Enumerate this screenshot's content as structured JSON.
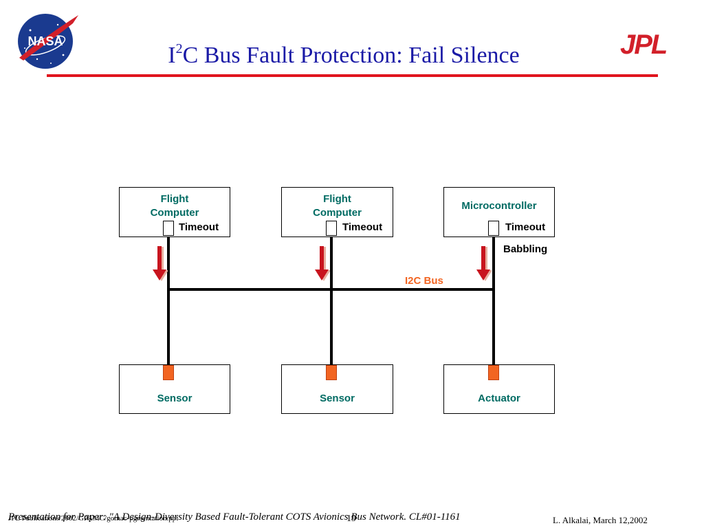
{
  "slide": {
    "title_prefix": "I",
    "title_sup": "2",
    "title_rest": "C Bus Fault Protection: Fail Silence",
    "logos": {
      "left": "NASA",
      "right": "JPL"
    }
  },
  "diagram": {
    "top_nodes": [
      {
        "label": "Flight Computer",
        "timeout": "Timeout"
      },
      {
        "label": "Flight Computer",
        "timeout": "Timeout"
      },
      {
        "label": "Microcontroller",
        "timeout": "Timeout",
        "note": "Babbling"
      }
    ],
    "bus_label": "I2C Bus",
    "bottom_nodes": [
      {
        "label": "Sensor"
      },
      {
        "label": "Sensor"
      },
      {
        "label": "Actuator"
      }
    ],
    "colors": {
      "accent": "#f26522",
      "label_teal": "#006b63",
      "arrow_red": "#c8141e",
      "title_blue": "#1a1aa6"
    }
  },
  "footer": {
    "left_overlap": "JPL Publications/2002/GPAMC/gomac-pgrsentation.ppt",
    "citation": "Presentation for Paper: \"A Design-Diversity Based Fault-Tolerant COTS Avionics Bus Network.  CL#01-1161",
    "page": "19",
    "author_date": "L. Alkalai, March 12,2002"
  }
}
